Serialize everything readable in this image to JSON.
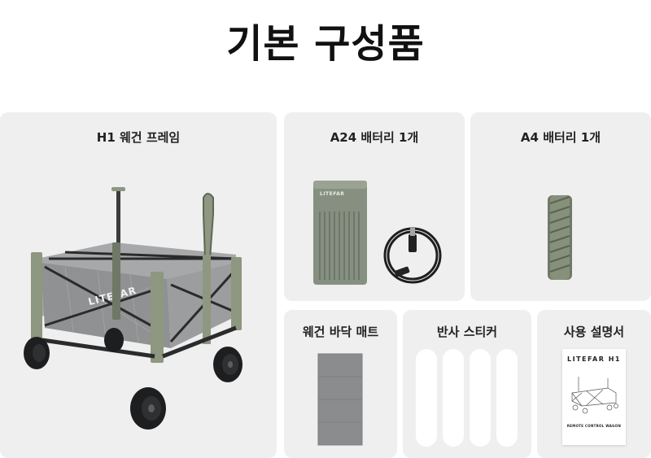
{
  "title": "기본 구성품",
  "items": [
    {
      "label": "H1 웨건 프레임",
      "logo": "LITEFAR"
    },
    {
      "label": "A24 배터리 1개",
      "logo": "LITEFAR"
    },
    {
      "label": "A4 배터리 1개"
    },
    {
      "label": "웨건 바닥 매트"
    },
    {
      "label": "반사 스티커"
    },
    {
      "label": "사용 설명서",
      "manual_brand": "LITEFAR H1",
      "manual_caption": "REMOTE CONTROL WAGON"
    }
  ],
  "colors": {
    "card_bg": "#efefef",
    "frame_green": "#8e977f",
    "frame_dark": "#2a2b2c",
    "mesh_gray": "#9a9c9d",
    "battery_green": "#869081",
    "mat_gray": "#8a8c8d"
  }
}
